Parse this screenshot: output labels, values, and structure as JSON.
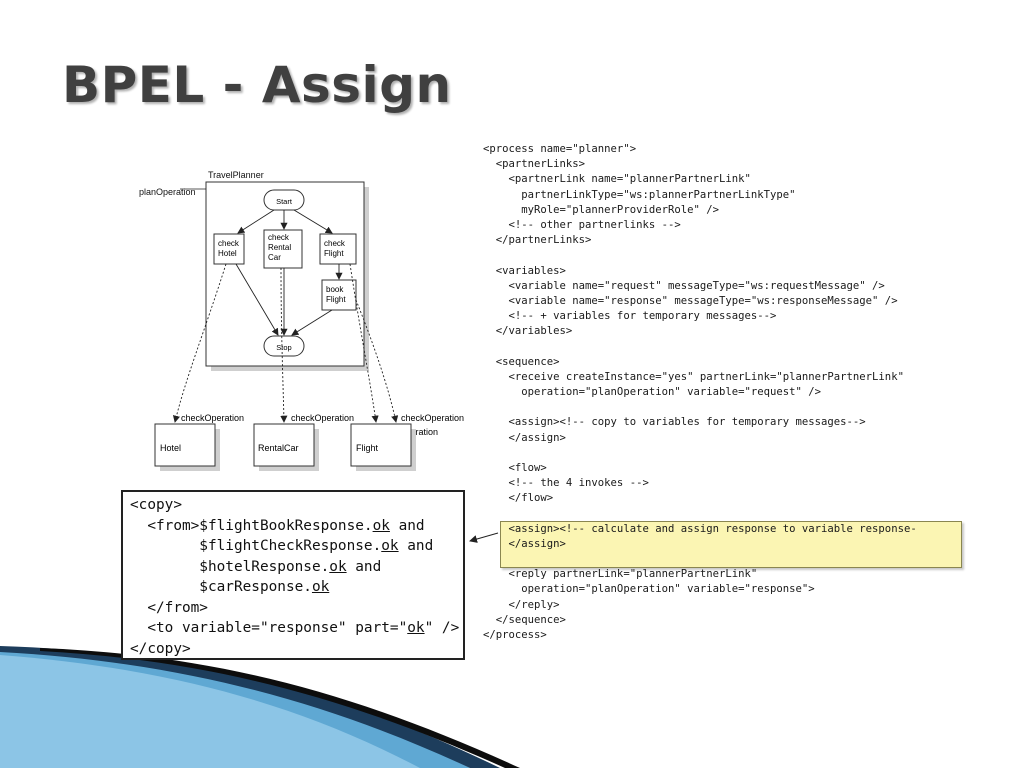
{
  "title": "BPEL - Assign",
  "diagram": {
    "container_label": "TravelPlanner",
    "entry_label": "planOperation",
    "start": "Start",
    "stop": "Stop",
    "activities": {
      "check_hotel": [
        "check",
        "Hotel"
      ],
      "check_rental": [
        "check",
        "Rental",
        "Car"
      ],
      "check_flight": [
        "check",
        "Flight"
      ],
      "book_flight": [
        "book",
        "Flight"
      ]
    },
    "operations": {
      "hotel_op": "checkOperation",
      "rental_op": "checkOperation",
      "flight_check_op": "checkOperation",
      "flight_book_op": "bookOperation"
    },
    "partners": {
      "hotel": "Hotel",
      "rental": "RentalCar",
      "flight": "Flight"
    }
  },
  "code_lines": [
    "<process name=\"planner\">",
    "  <partnerLinks>",
    "    <partnerLink name=\"plannerPartnerLink\"",
    "      partnerLinkType=\"ws:plannerPartnerLinkType\"",
    "      myRole=\"plannerProviderRole\" />",
    "    <!-- other partnerlinks -->",
    "  </partnerLinks>",
    "",
    "  <variables>",
    "    <variable name=\"request\" messageType=\"ws:requestMessage\" />",
    "    <variable name=\"response\" messageType=\"ws:responseMessage\" />",
    "    <!-- + variables for temporary messages-->",
    "  </variables>",
    "",
    "  <sequence>",
    "    <receive createInstance=\"yes\" partnerLink=\"plannerPartnerLink\"",
    "      operation=\"planOperation\" variable=\"request\" />",
    "",
    "    <assign><!-- copy to variables for temporary messages-->",
    "    </assign>",
    "",
    "    <flow>",
    "    <!-- the 4 invokes -->",
    "    </flow>",
    "",
    "    <assign><!-- calculate and assign response to variable response-",
    "    </assign>",
    "",
    "    <reply partnerLink=\"plannerPartnerLink\"",
    "      operation=\"planOperation\" variable=\"response\">",
    "    </reply>",
    "  </sequence>",
    "</process>"
  ],
  "copy_block": {
    "l1": "<copy>",
    "l2_pre": "  <from>$flightBookResponse.",
    "l2_ok": "ok",
    "l2_post": " and",
    "l3_pre": "        $flightCheckResponse.",
    "l3_ok": "ok",
    "l3_post": " and",
    "l4_pre": "        $hotelResponse.",
    "l4_ok": "ok",
    "l4_post": " and",
    "l5_pre": "        $carResponse.",
    "l5_ok": "ok",
    "l6": "  </from>",
    "l7_pre": "  <to variable=\"response\" part=\"",
    "l7_ok": "ok",
    "l7_post": "\" />",
    "l8": "</copy>"
  },
  "colors": {
    "title": "#404040",
    "highlight": "#fbf5b3",
    "wave_dark": "#1d3d5c",
    "wave_light": "#5fa8d3"
  }
}
